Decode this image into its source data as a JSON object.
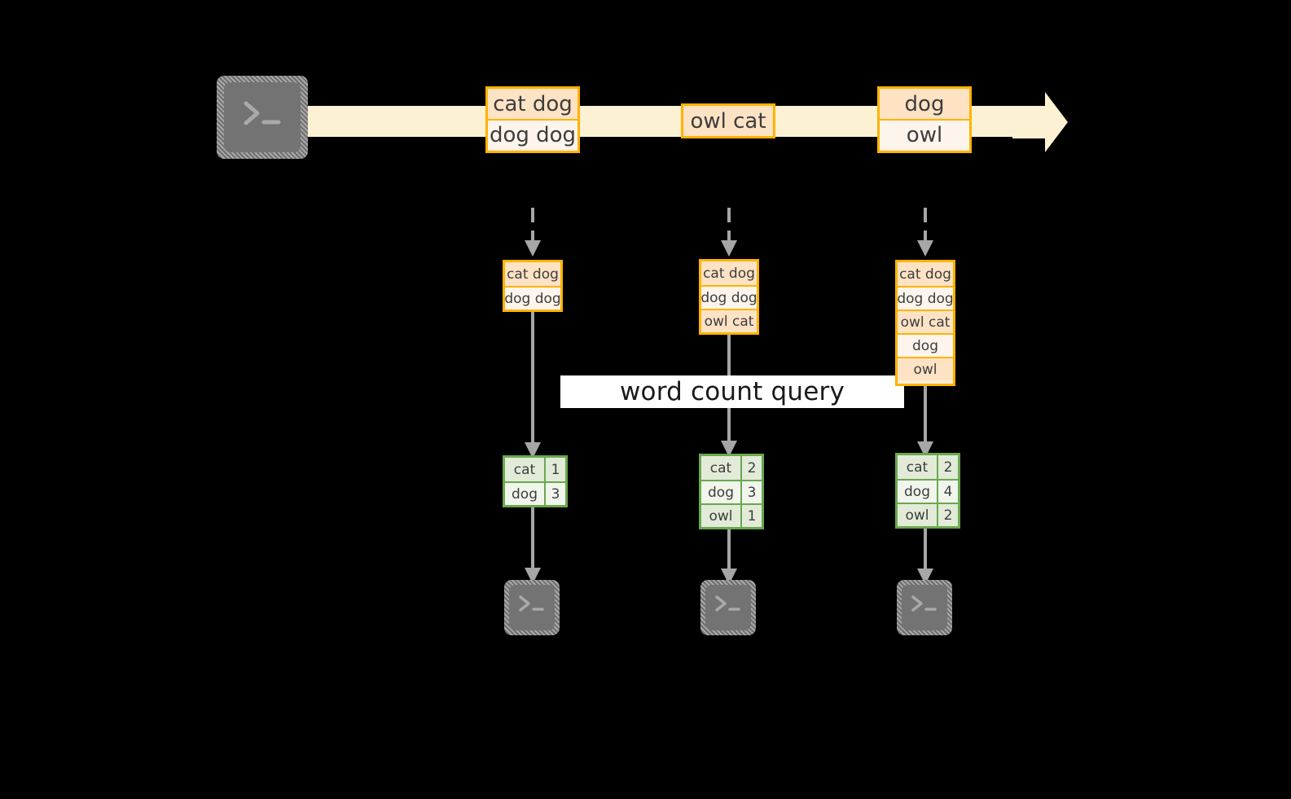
{
  "diagram": {
    "title": "stream word count continuous query",
    "background_color": "#000000",
    "accent_stream_color": "#ffb300",
    "accent_result_color": "#6aa84f",
    "band_color": "#fdf1d3",
    "arrow_color": "#a6a6a6"
  },
  "source": {
    "icon": "terminal-icon",
    "label": ""
  },
  "stream": {
    "label": "",
    "arrow_head": "arrow-right-icon",
    "events": [
      {
        "id": "event-group-1",
        "rows": [
          {
            "text": "cat dog",
            "shade": "dark"
          },
          {
            "text": "dog dog",
            "shade": "light"
          }
        ]
      },
      {
        "id": "event-group-2",
        "rows": [
          {
            "text": "owl cat",
            "shade": "dark"
          }
        ]
      },
      {
        "id": "event-group-3",
        "rows": [
          {
            "text": "dog",
            "shade": "dark"
          },
          {
            "text": "owl",
            "shade": "light"
          }
        ]
      }
    ]
  },
  "query": {
    "label": "word count query"
  },
  "columns": [
    {
      "id": "column-1",
      "snapshot": {
        "rows": [
          {
            "text": "cat dog",
            "shade": "dark"
          },
          {
            "text": "dog dog",
            "shade": "light"
          }
        ]
      },
      "result": {
        "rows": [
          {
            "key": "cat",
            "value": "1"
          },
          {
            "key": "dog",
            "value": "3"
          }
        ]
      },
      "sink": {
        "icon": "terminal-icon"
      }
    },
    {
      "id": "column-2",
      "snapshot": {
        "rows": [
          {
            "text": "cat dog",
            "shade": "dark"
          },
          {
            "text": "dog dog",
            "shade": "light"
          },
          {
            "text": "owl cat",
            "shade": "dark"
          }
        ]
      },
      "result": {
        "rows": [
          {
            "key": "cat",
            "value": "2"
          },
          {
            "key": "dog",
            "value": "3"
          },
          {
            "key": "owl",
            "value": "1"
          }
        ]
      },
      "sink": {
        "icon": "terminal-icon"
      }
    },
    {
      "id": "column-3",
      "snapshot": {
        "rows": [
          {
            "text": "cat dog",
            "shade": "dark"
          },
          {
            "text": "dog dog",
            "shade": "light"
          },
          {
            "text": "owl cat",
            "shade": "dark"
          },
          {
            "text": "dog",
            "shade": "light"
          },
          {
            "text": "owl",
            "shade": "dark"
          }
        ]
      },
      "result": {
        "rows": [
          {
            "key": "cat",
            "value": "2"
          },
          {
            "key": "dog",
            "value": "4"
          },
          {
            "key": "owl",
            "value": "2"
          }
        ]
      },
      "sink": {
        "icon": "terminal-icon"
      }
    }
  ]
}
